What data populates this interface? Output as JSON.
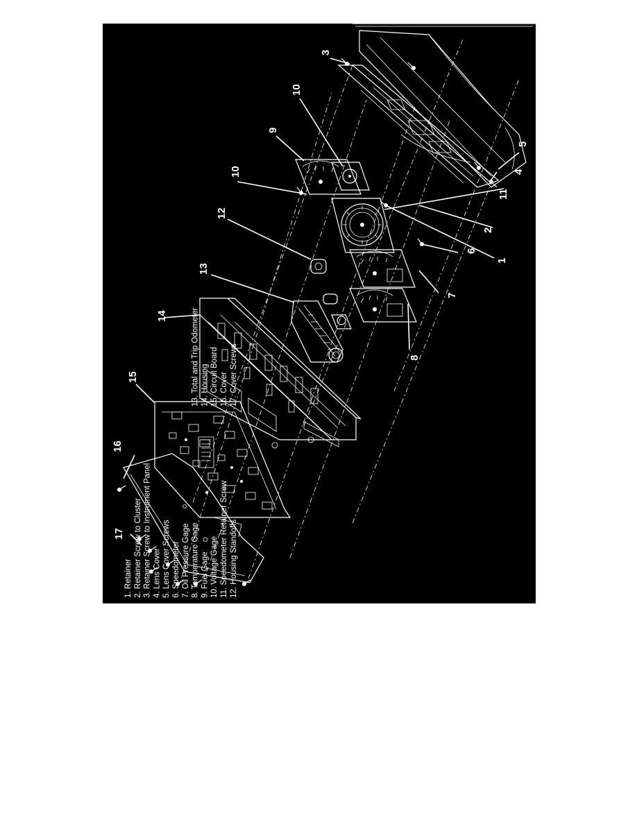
{
  "callouts": {
    "c1": "1",
    "c2": "2",
    "c3": "3",
    "c4": "4",
    "c5": "5",
    "c6": "6",
    "c7": "7",
    "c8": "8",
    "c9": "9",
    "c10a": "10",
    "c10b": "10",
    "c11": "11",
    "c12": "12",
    "c13": "13",
    "c14": "14",
    "c15": "15",
    "c16": "16",
    "c17": "17"
  },
  "legend": {
    "items": [
      "1.  Retainer",
      "2.  Retainer Screw to Cluster",
      "3.  Retainer Screw to Instrument Panel",
      "4.  Lens Cover",
      "5.  Lens Cover Screws",
      "6.  Speedometer",
      "7.  Oil Pressure Gage",
      "8.  Temperature Gage",
      "9.  Fuel Gage",
      "10.  Voltage Gage",
      "11.  Speedometer Retainer Screw",
      "12.  Housing Standoffs",
      "13.  Total and Trip Odometer",
      "14.  Housing",
      "15.  Circuit Board",
      "16.  Cover",
      "17.  Cover Screws"
    ]
  }
}
